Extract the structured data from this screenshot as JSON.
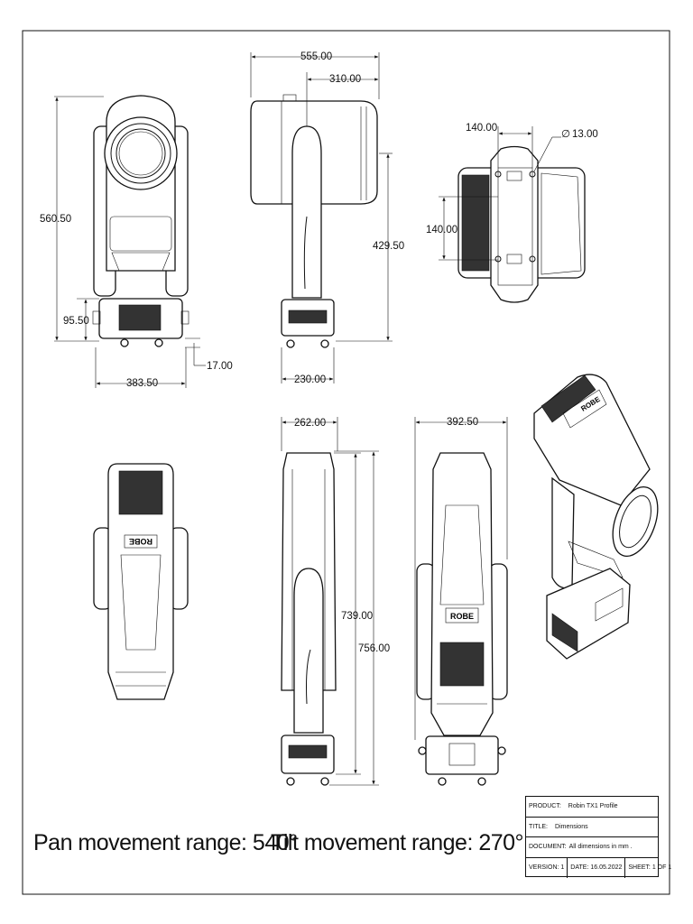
{
  "dimensions": {
    "front_height": "560.50",
    "front_base_height": "95.50",
    "front_width": "383.50",
    "front_foot": "17.00",
    "side_total_length": "555.00",
    "side_head_length": "310.00",
    "side_height": "429.50",
    "side_base_width": "230.00",
    "top_spacing_x": "140.00",
    "top_hole_dia": "13.00",
    "top_spacing_y": "140.00",
    "back_width": "262.00",
    "back_inner_height": "739.00",
    "back_total_height": "756.00",
    "front_up_width": "392.50"
  },
  "logo_text": "ROBE",
  "diameter_symbol": "∅",
  "movement": {
    "pan": "Pan movement range: 540°",
    "tilt": "Tilt movement range: 270°"
  },
  "title_block": {
    "product_label": "PRODUCT:",
    "product_value": "Robin TX1 Profile",
    "title_label": "TITLE:",
    "title_value": "Dimensions",
    "document_label": "DOCUMENT:",
    "document_value": "All dimensions in mm .",
    "version": "VERSION: 1",
    "date": "DATE:  16.05.2022",
    "sheet": "SHEET: 1 OF 1"
  }
}
